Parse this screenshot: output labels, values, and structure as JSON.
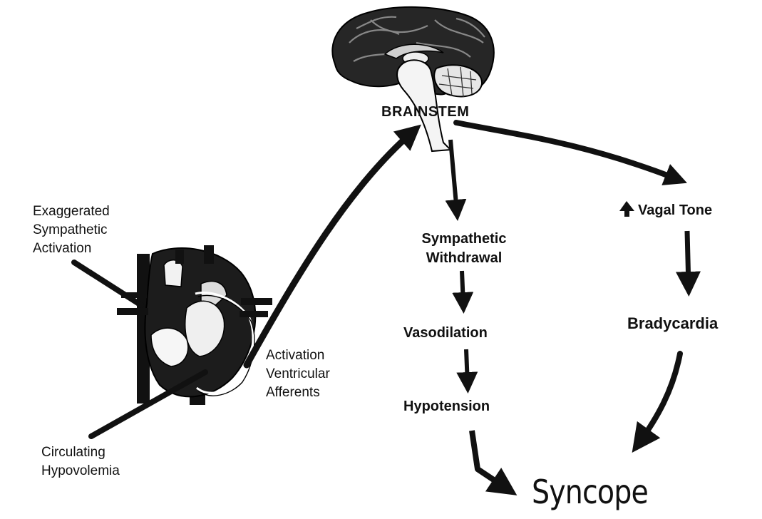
{
  "labels": {
    "brainstem": "BRAINSTEM",
    "exaggerated_sympathetic_activation": "Exaggerated\nSympathetic\nActivation",
    "circulating_hypovolemia": "Circulating\nHypovolemia",
    "activation_ventricular_afferents": "Activation\nVentricular\nAfferents",
    "sympathetic_withdrawal": "Sympathetic\nWithdrawal",
    "vasodilation": "Vasodilation",
    "hypotension": "Hypotension",
    "vagal_tone": "Vagal Tone",
    "bradycardia": "Bradycardia",
    "syncope": "Syncope"
  },
  "icons": {
    "brain": "brain-sagittal-illustration",
    "heart": "heart-illustration",
    "increase": "up-arrow"
  },
  "colors": {
    "ink": "#111111",
    "background": "#ffffff"
  }
}
